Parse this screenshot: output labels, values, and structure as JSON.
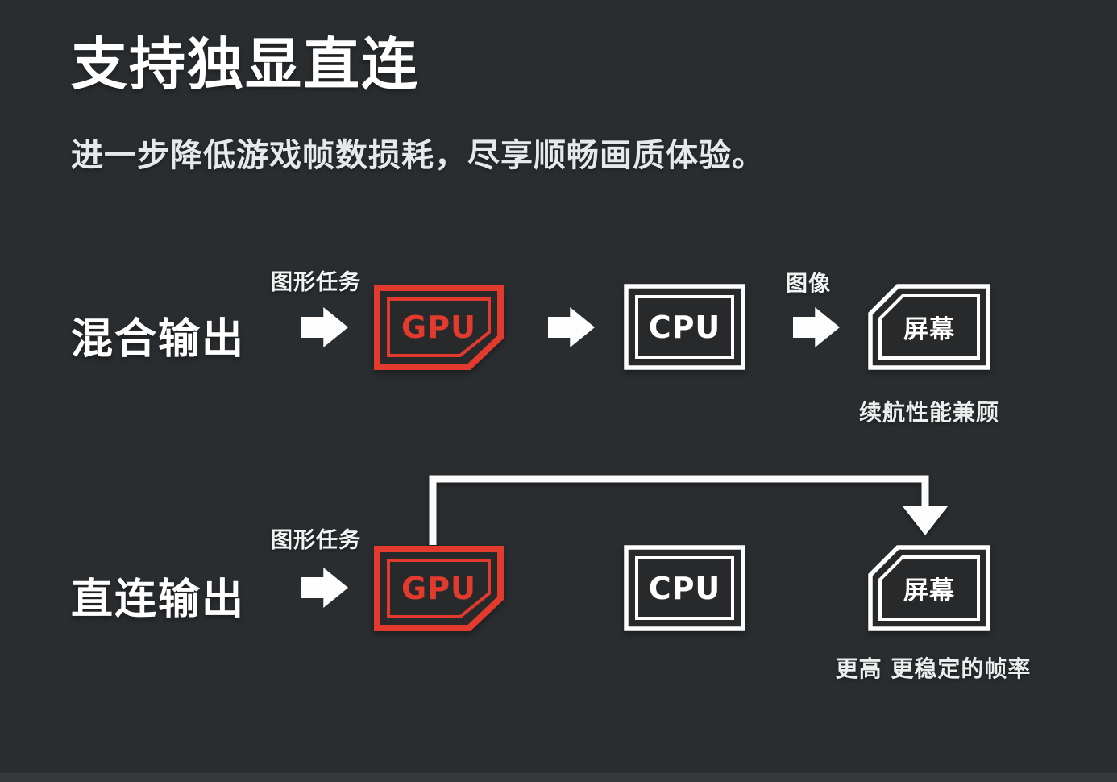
{
  "page": {
    "title": "支持独显直连",
    "subtitle": "进一步降低游戏帧数损耗，尽享顺畅画质体验。"
  },
  "colors": {
    "background": "#2a2d30",
    "accent_red": "#e23b2e",
    "text_white": "#ffffff",
    "bottom_strip": "#37393c"
  },
  "rows": [
    {
      "label": "混合输出",
      "task_label": "图形任务",
      "gpu_label": "GPU",
      "cpu_label": "CPU",
      "image_label": "图像",
      "screen_label": "屏幕",
      "caption": "续航性能兼顾"
    },
    {
      "label": "直连输出",
      "task_label": "图形任务",
      "gpu_label": "GPU",
      "cpu_label": "CPU",
      "screen_label": "屏幕",
      "caption": "更高 更稳定的帧率"
    }
  ]
}
